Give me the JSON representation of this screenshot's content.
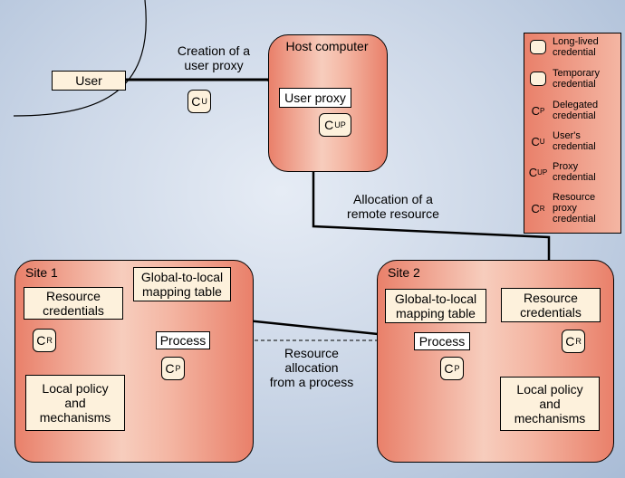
{
  "user": "User",
  "creation_label": "Creation of a\nuser proxy",
  "cred_user": {
    "base": "C",
    "sub": "U"
  },
  "host": {
    "title": "Host computer",
    "user_proxy": "User proxy",
    "cred": {
      "base": "C",
      "sub": "UP"
    }
  },
  "allocation_label": "Allocation of a\nremote resource",
  "resource_allocation_label": "Resource\nallocation\nfrom a process",
  "site1": {
    "title": "Site 1",
    "resource_credentials": "Resource\ncredentials",
    "mapping_table": "Global-to-local\nmapping table",
    "process": "Process",
    "local_policy": "Local policy\nand\nmechanisms",
    "cred_r": {
      "base": "C",
      "sub": "R"
    },
    "cred_p": {
      "base": "C",
      "sub": "P"
    }
  },
  "site2": {
    "title": "Site 2",
    "resource_credentials": "Resource\ncredentials",
    "mapping_table": "Global-to-local\nmapping table",
    "process": "Process",
    "local_policy": "Local policy\nand\nmechanisms",
    "cred_r": {
      "base": "C",
      "sub": "R"
    },
    "cred_p": {
      "base": "C",
      "sub": "P"
    }
  },
  "legend": [
    {
      "symbol": "",
      "sub": "",
      "text": "Long-lived\ncredential"
    },
    {
      "symbol": "",
      "sub": "",
      "text": "Temporary\ncredential"
    },
    {
      "symbol": "C",
      "sub": "P",
      "text": "Delegated\ncredential"
    },
    {
      "symbol": "C",
      "sub": "U",
      "text": "User's\ncredential"
    },
    {
      "symbol": "C",
      "sub": "UP",
      "text": "Proxy\ncredential"
    },
    {
      "symbol": "C",
      "sub": "R",
      "text": "Resource\nproxy\ncredential"
    }
  ]
}
